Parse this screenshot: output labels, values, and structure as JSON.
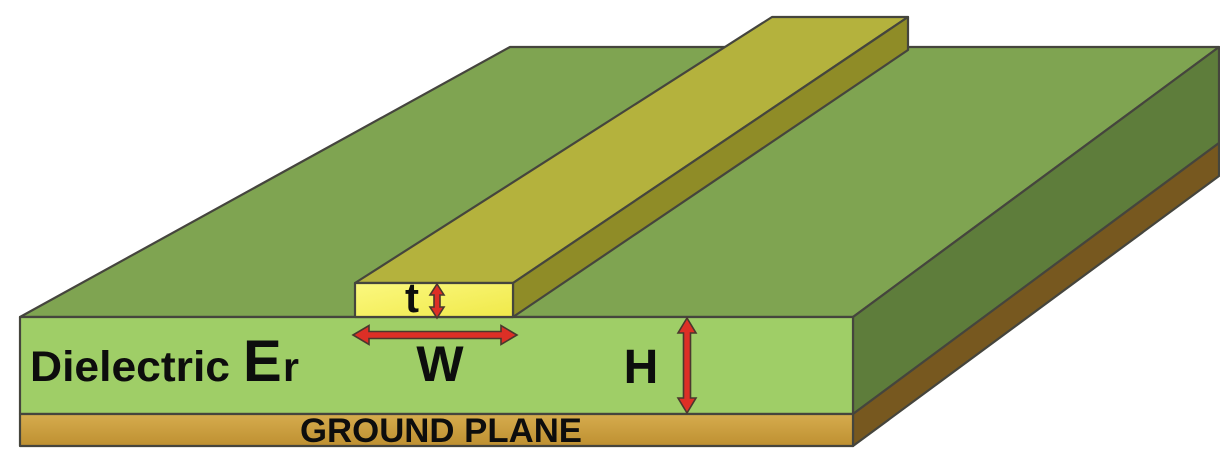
{
  "diagram": {
    "type": "microstrip_transmission_line_3d",
    "labels": {
      "dielectric": "Dielectric",
      "permittivity_symbol": "E",
      "permittivity_subscript": "r",
      "ground_plane": "GROUND PLANE",
      "trace_width": "W",
      "trace_thickness": "t",
      "substrate_height": "H"
    },
    "colors": {
      "background": "#FFFFFF",
      "board_top": "#7FA451",
      "dielectric_front": "#9FCE67",
      "dielectric_side": "#5E7D3B",
      "ground_front_top": "#D6AC4E",
      "ground_front_bottom": "#BE9031",
      "ground_side": "#77581F",
      "strip_top": "#B4B23D",
      "strip_side": "#8F8C27",
      "strip_front_light": "#FBF87F",
      "strip_front_dark": "#F0E94A",
      "outline": "#45453D",
      "arrow_fill": "#DD2F26",
      "arrow_outline": "#4A382E",
      "text": "#0D0D0D"
    }
  }
}
